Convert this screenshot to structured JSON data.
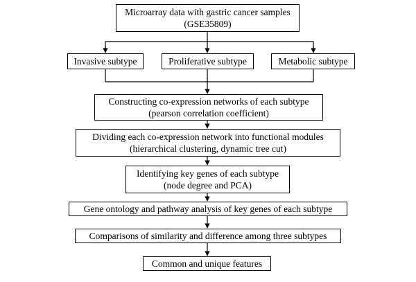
{
  "flowchart": {
    "data_source": {
      "line1": "Microarray data with gastric cancer samples",
      "line2": "(GSE35809)"
    },
    "subtypes": {
      "invasive": "Invasive subtype",
      "proliferative": "Proliferative subtype",
      "metabolic": "Metabolic subtype"
    },
    "networks": {
      "line1": "Constructing co-expression networks of each subtype",
      "line2": "(pearson correlation coefficient)"
    },
    "modules": {
      "line1": "Dividing each co-expression network into functional modules",
      "line2": "(hierarchical clustering, dynamic tree cut)"
    },
    "key_genes": {
      "line1": "Identifying key genes of each subtype",
      "line2": "(node degree and PCA)"
    },
    "enrichment": "Gene ontology and pathway analysis of key genes of each subtype",
    "comparison": "Comparisons of similarity and difference among three subtypes",
    "features": "Common and unique features"
  }
}
